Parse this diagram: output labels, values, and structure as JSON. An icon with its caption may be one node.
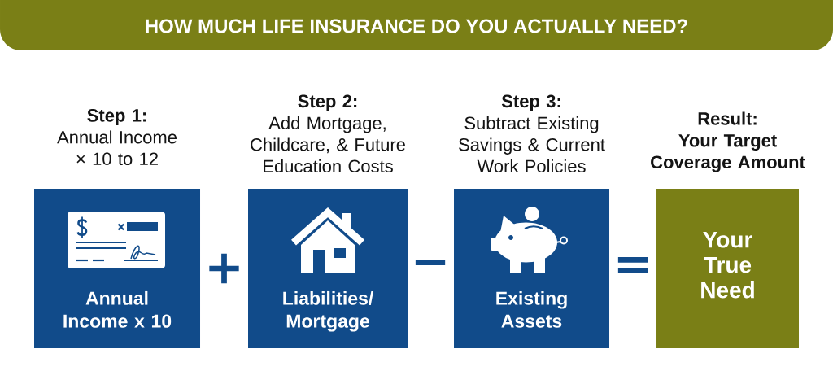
{
  "diagram": {
    "title": "HOW MUCH LIFE INSURANCE DO YOU ACTUALLY NEED?",
    "nodes": [
      {
        "text": [
          "Step 1:",
          "Annual Income × 10 to 12",
          "Annual Income x 10"
        ]
      },
      {
        "text": [
          "Step 2:",
          "Add Mortgage, Childcare, & Future Education Costs",
          "Liabilities/ Mortgage"
        ]
      },
      {
        "text": [
          "Step 3:",
          "Subtract Existing Savings & Current Work Policies",
          "Existing Assets"
        ]
      },
      {
        "text": [
          "Result:",
          "Your Target Coverage Amount",
          "Your True Need"
        ]
      }
    ],
    "labels": [
      "+",
      "−",
      "="
    ]
  }
}
